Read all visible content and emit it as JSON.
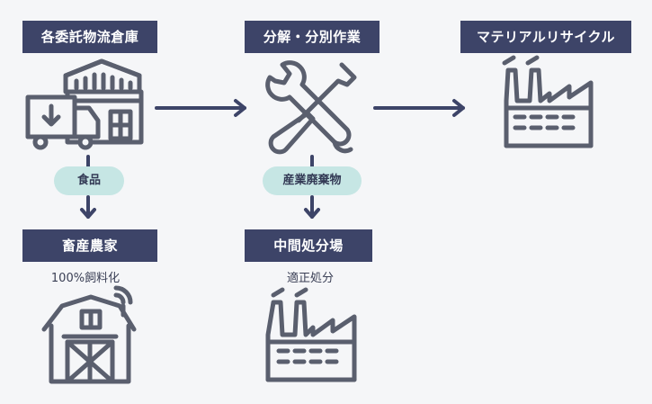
{
  "nodes": {
    "warehouse": {
      "label": "各委託物流倉庫",
      "icon": "warehouse-truck-icon"
    },
    "sorting": {
      "label": "分解・分別作業",
      "icon": "wrench-screwdriver-icon"
    },
    "recycling": {
      "label": "マテリアルリサイクル",
      "icon": "factory-icon"
    },
    "livestock": {
      "label": "畜産農家",
      "icon": "barn-icon",
      "note": "100%飼料化"
    },
    "disposal": {
      "label": "中間処分場",
      "icon": "factory-icon",
      "note": "適正処分"
    }
  },
  "flows": {
    "food": "食品",
    "industrial_waste": "産業廃棄物"
  },
  "colors": {
    "label_bg": "#3d4468",
    "pill_bg": "#c6e6e4",
    "icon_stroke": "#5a5f6e",
    "arrow": "#3d4468"
  }
}
